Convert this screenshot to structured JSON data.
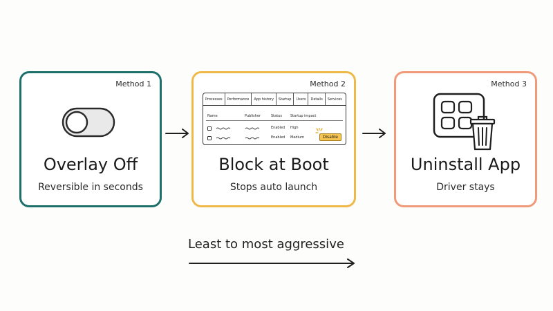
{
  "methods": [
    {
      "label": "Method 1",
      "title": "Overlay Off",
      "subtitle": "Reversible in seconds",
      "icon": "toggle-switch-icon",
      "border_color": "#1c6f6b"
    },
    {
      "label": "Method 2",
      "title": "Block at Boot",
      "subtitle": "Stops auto launch",
      "icon": "task-manager-icon",
      "border_color": "#efb94a"
    },
    {
      "label": "Method 3",
      "title": "Uninstall App",
      "subtitle": "Driver stays",
      "icon": "apps-trash-icon",
      "border_color": "#f19a7a"
    }
  ],
  "task_manager": {
    "tabs": [
      "Processes",
      "Performance",
      "App history",
      "Startup",
      "Users",
      "Details",
      "Services"
    ],
    "columns": [
      "Name",
      "Publisher",
      "Status",
      "Startup impact"
    ],
    "rows": [
      {
        "status": "Enabled",
        "impact": "High"
      },
      {
        "status": "Enabled",
        "impact": "Medium"
      }
    ],
    "disable_label": "Disable"
  },
  "scale": {
    "label": "Least to most aggressive"
  }
}
